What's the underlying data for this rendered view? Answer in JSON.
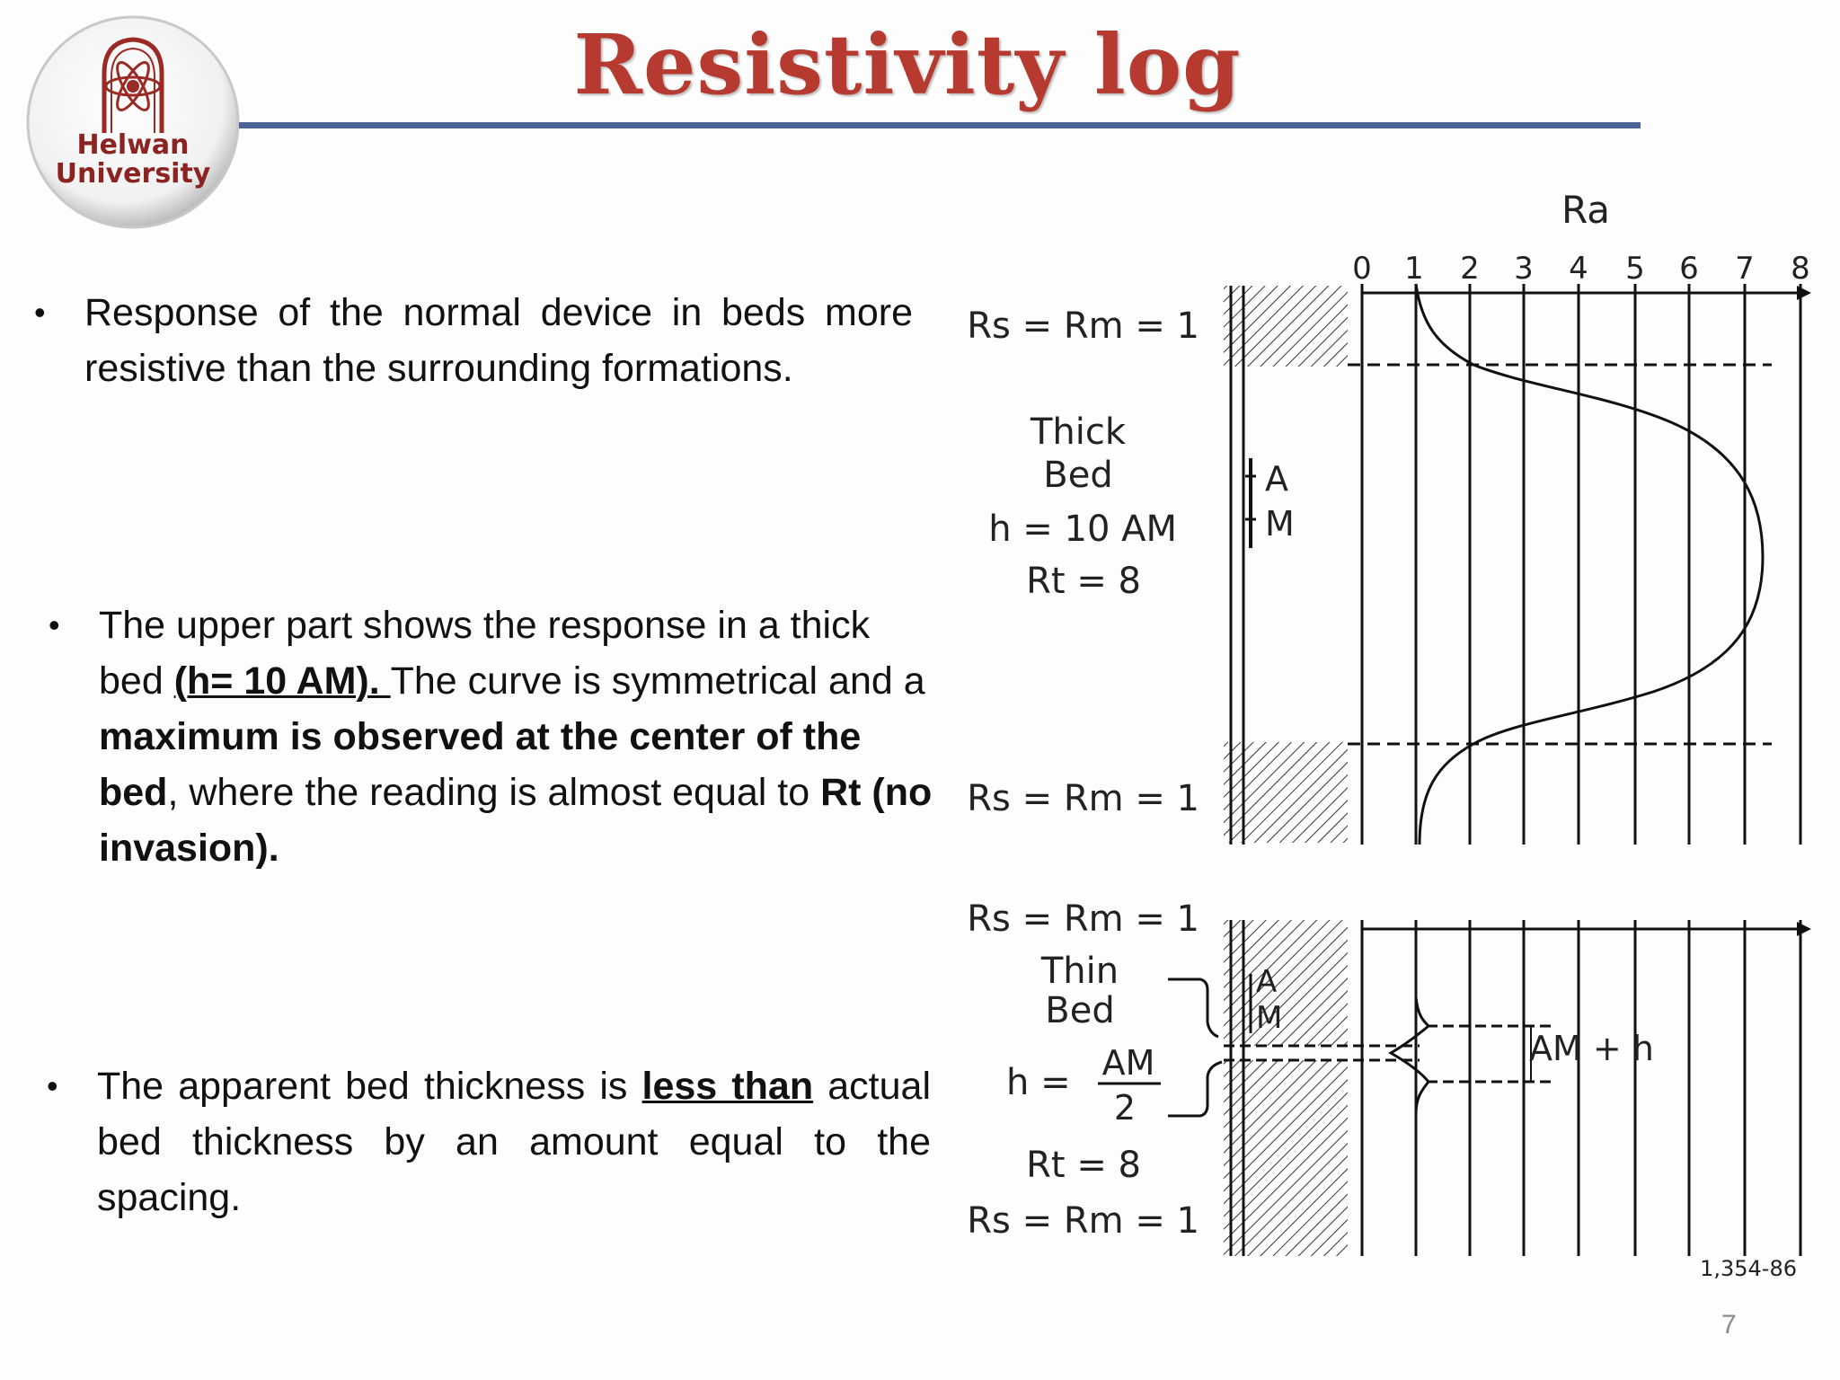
{
  "logo": {
    "line1": "Helwan",
    "line2": "University"
  },
  "title": "Resistivity log",
  "bullets": {
    "b1": "Response of the normal device in beds more resistive than the surrounding formations.",
    "b2": {
      "p1": "The upper part shows the response in a thick bed ",
      "p2": "(h= 10 AM). ",
      "p3": "The curve is symmetrical and a ",
      "p4": "maximum is observed at the center of the bed",
      "p5": ", where the reading is almost equal to ",
      "p6": "Rt (no invasion)."
    },
    "b3": {
      "p1": "The apparent bed thickness is ",
      "p2": "less than",
      "p3": " actual bed thickness by an amount equal to the spacing."
    }
  },
  "figure": {
    "axis_label": "Ra",
    "ticks": [
      "0",
      "1",
      "2",
      "3",
      "4",
      "5",
      "6",
      "7",
      "8"
    ],
    "upper": {
      "top_label": "Rs = Rm = 1",
      "bed_name_1": "Thick",
      "bed_name_2": "Bed",
      "h_label": "h = 10 AM",
      "rt_label": "Rt = 8",
      "bottom_label": "Rs = Rm = 1",
      "electrode_a": "A",
      "electrode_m": "M"
    },
    "lower": {
      "top_label": "Rs = Rm = 1",
      "bed_name_1": "Thin",
      "bed_name_2": "Bed",
      "h_prefix": "h =",
      "h_num": "AM",
      "h_den": "2",
      "rt_label": "Rt = 8",
      "bottom_label": "Rs = Rm = 1",
      "electrode_a": "A",
      "electrode_m": "M",
      "apparent": "AM + h"
    },
    "fig_id": "1,354-86"
  },
  "page_number": "7"
}
